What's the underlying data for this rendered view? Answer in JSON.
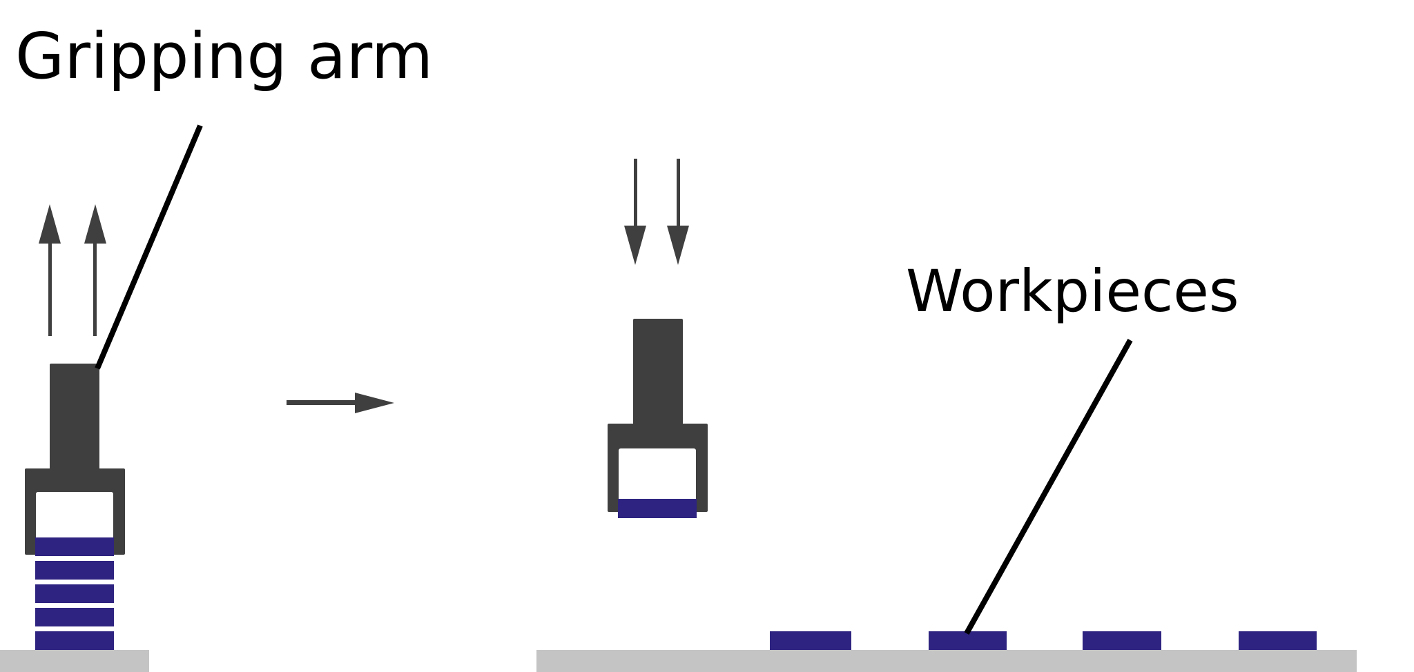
{
  "labels": {
    "gripping_arm": "Gripping arm",
    "workpieces": "Workpieces"
  },
  "colors": {
    "gripper": "#3f3f3f",
    "workpiece": "#2e2380",
    "ground": "#c4c4c4",
    "line": "#000000"
  },
  "left_stack_count": 5,
  "floor_workpiece_count": 4
}
